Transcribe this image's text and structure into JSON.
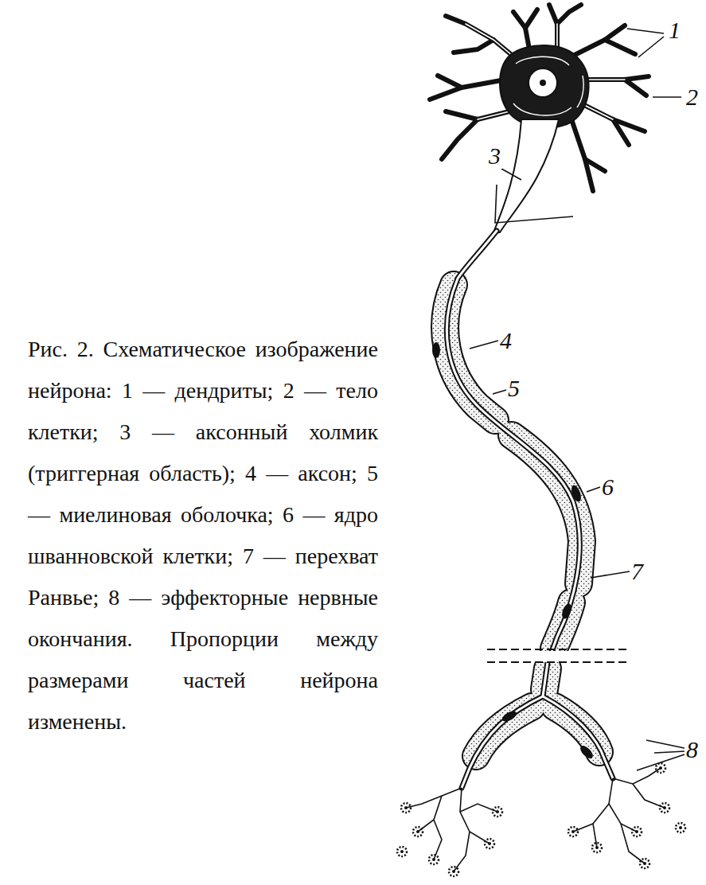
{
  "diagram": {
    "caption": "Рис. 2. Схематическое изображение нейрона: 1 — дендриты; 2 — тело клетки; 3 — аксонный холмик (триггерная область); 4 — аксон; 5 — миелиновая оболочка; 6 — ядро шванновской клетки; 7 — перехват Ранвье; 8 — эффекторные нервные окончания. Пропорции между размерами частей нейрона изменены.",
    "labels": [
      "1",
      "2",
      "3",
      "4",
      "5",
      "6",
      "7",
      "8"
    ]
  }
}
